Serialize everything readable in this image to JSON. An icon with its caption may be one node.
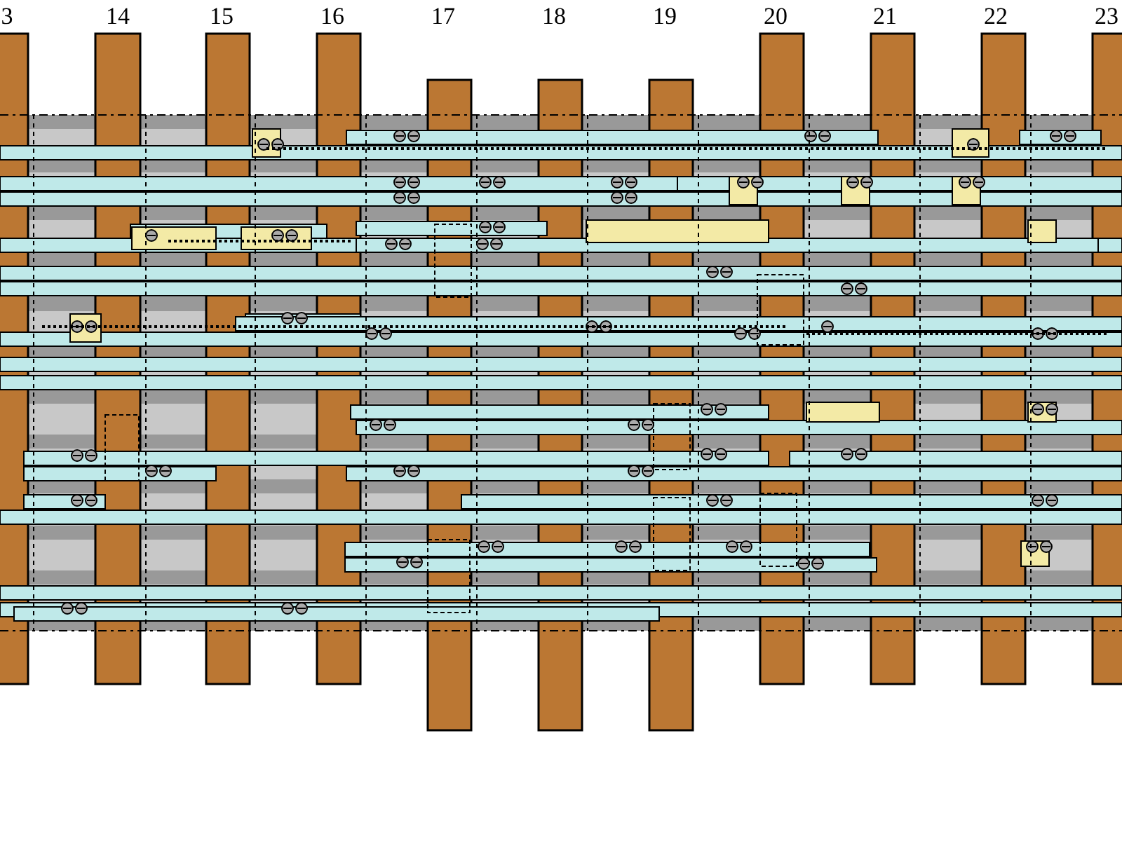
{
  "diagram": {
    "labels": [
      "3",
      "14",
      "15",
      "16",
      "17",
      "18",
      "19",
      "20",
      "21",
      "22",
      "23"
    ]
  }
}
